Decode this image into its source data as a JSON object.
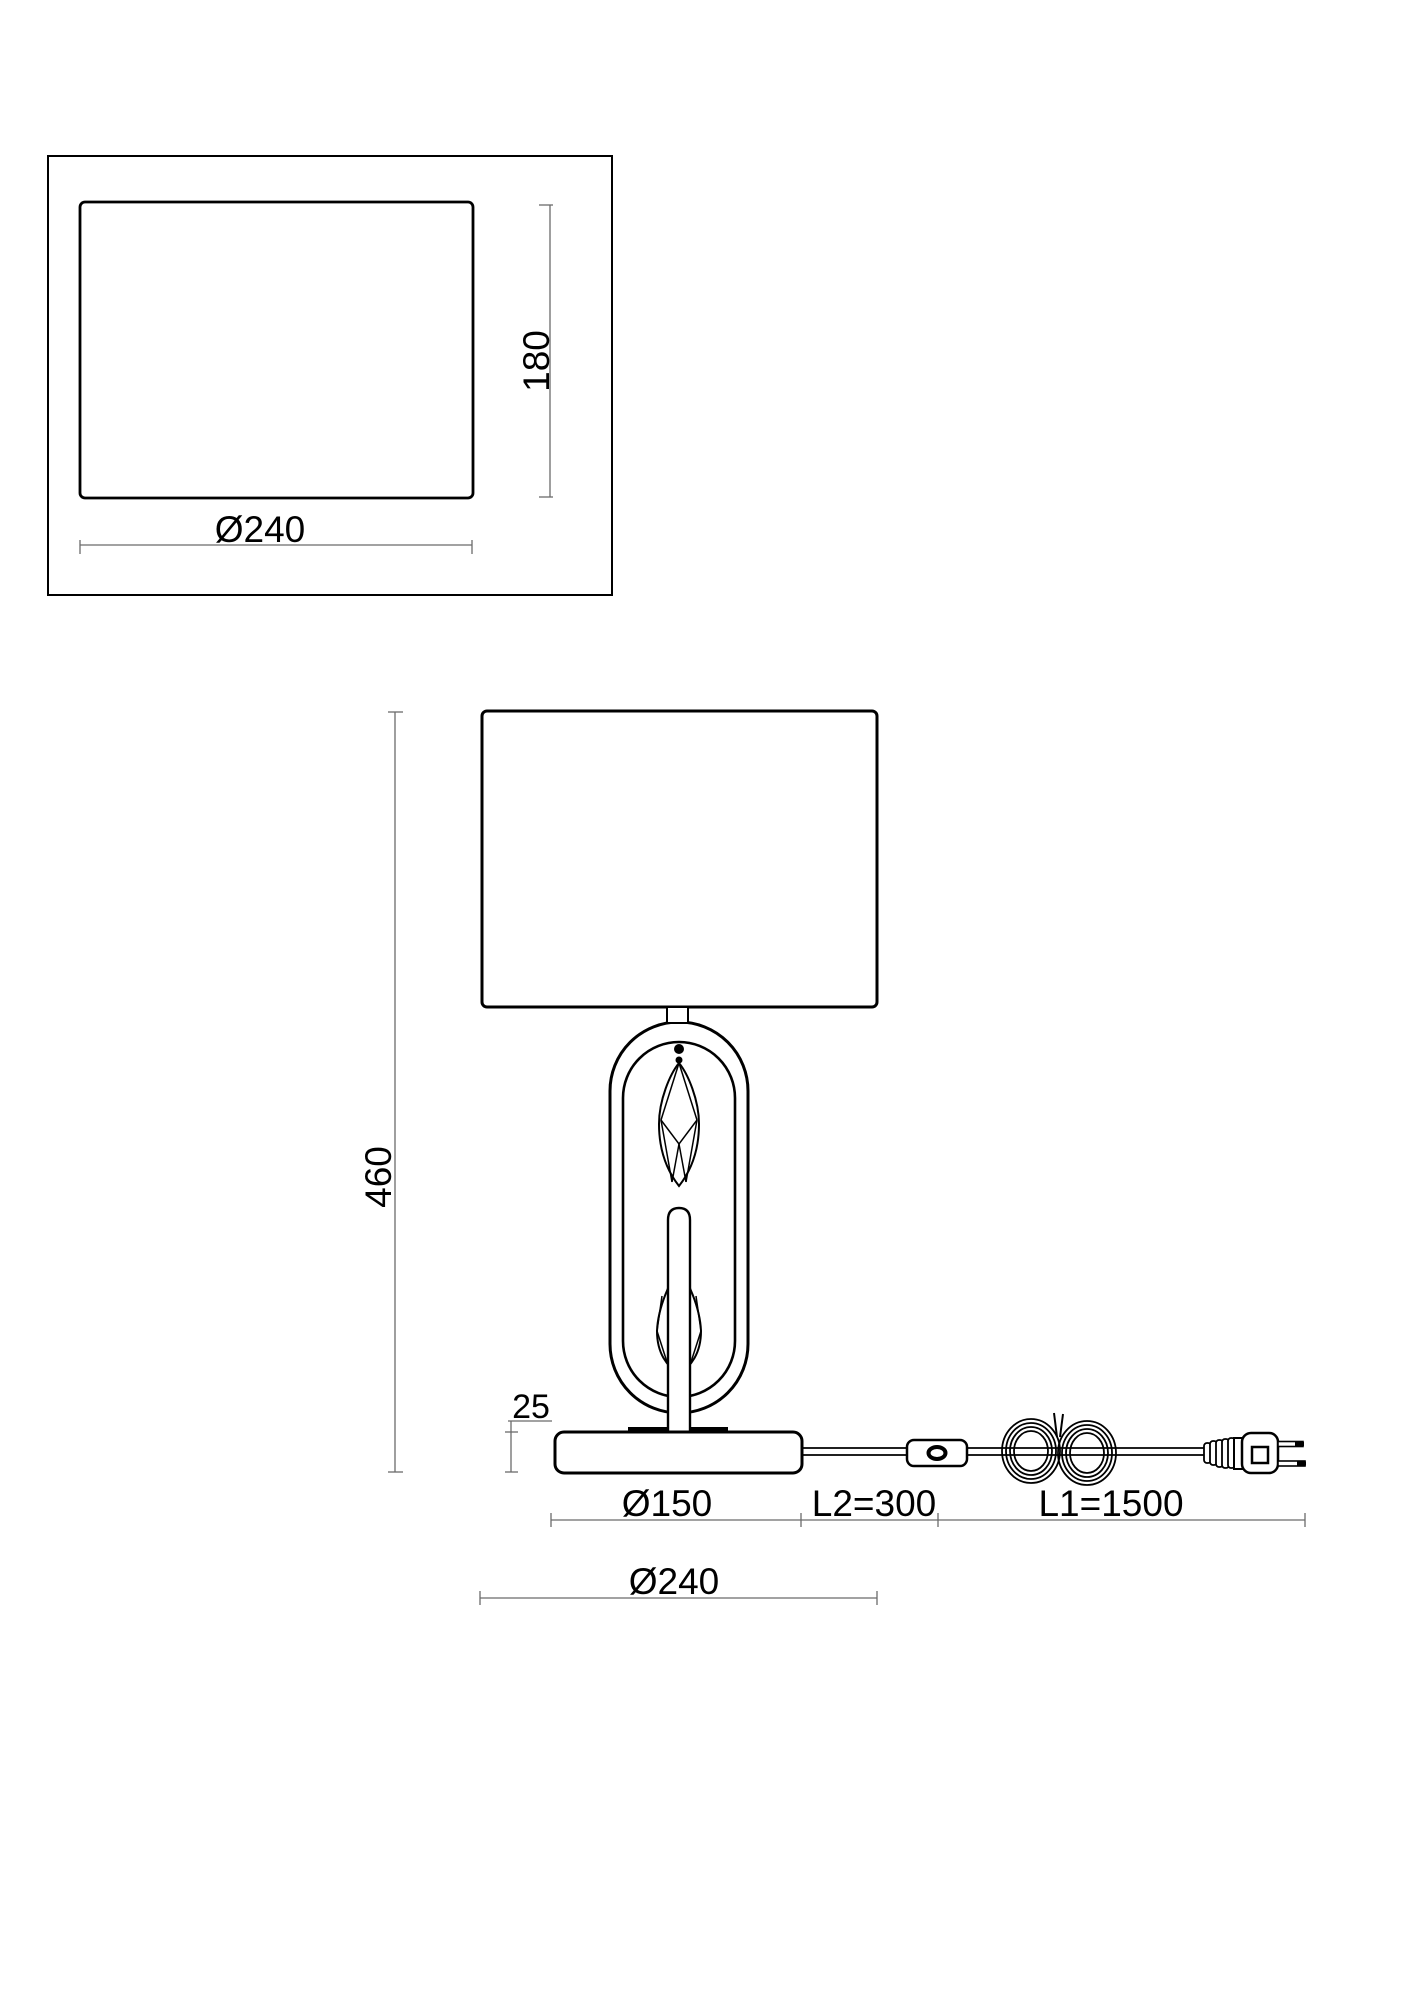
{
  "drawing": {
    "title": "Table lamp dimensional drawing",
    "background_color": "#ffffff",
    "object_line_color": "#000000",
    "dimension_line_color": "#6b6b6b",
    "top_view": {
      "shade_width_label": "Ø240",
      "shade_depth_label": "180"
    },
    "front_view": {
      "total_height_label": "460",
      "base_height_label": "25",
      "base_diameter_label": "Ø150",
      "switch_section_label": "L2=300",
      "cord_length_label": "L1=1500",
      "shade_diameter_label": "Ø240"
    }
  }
}
